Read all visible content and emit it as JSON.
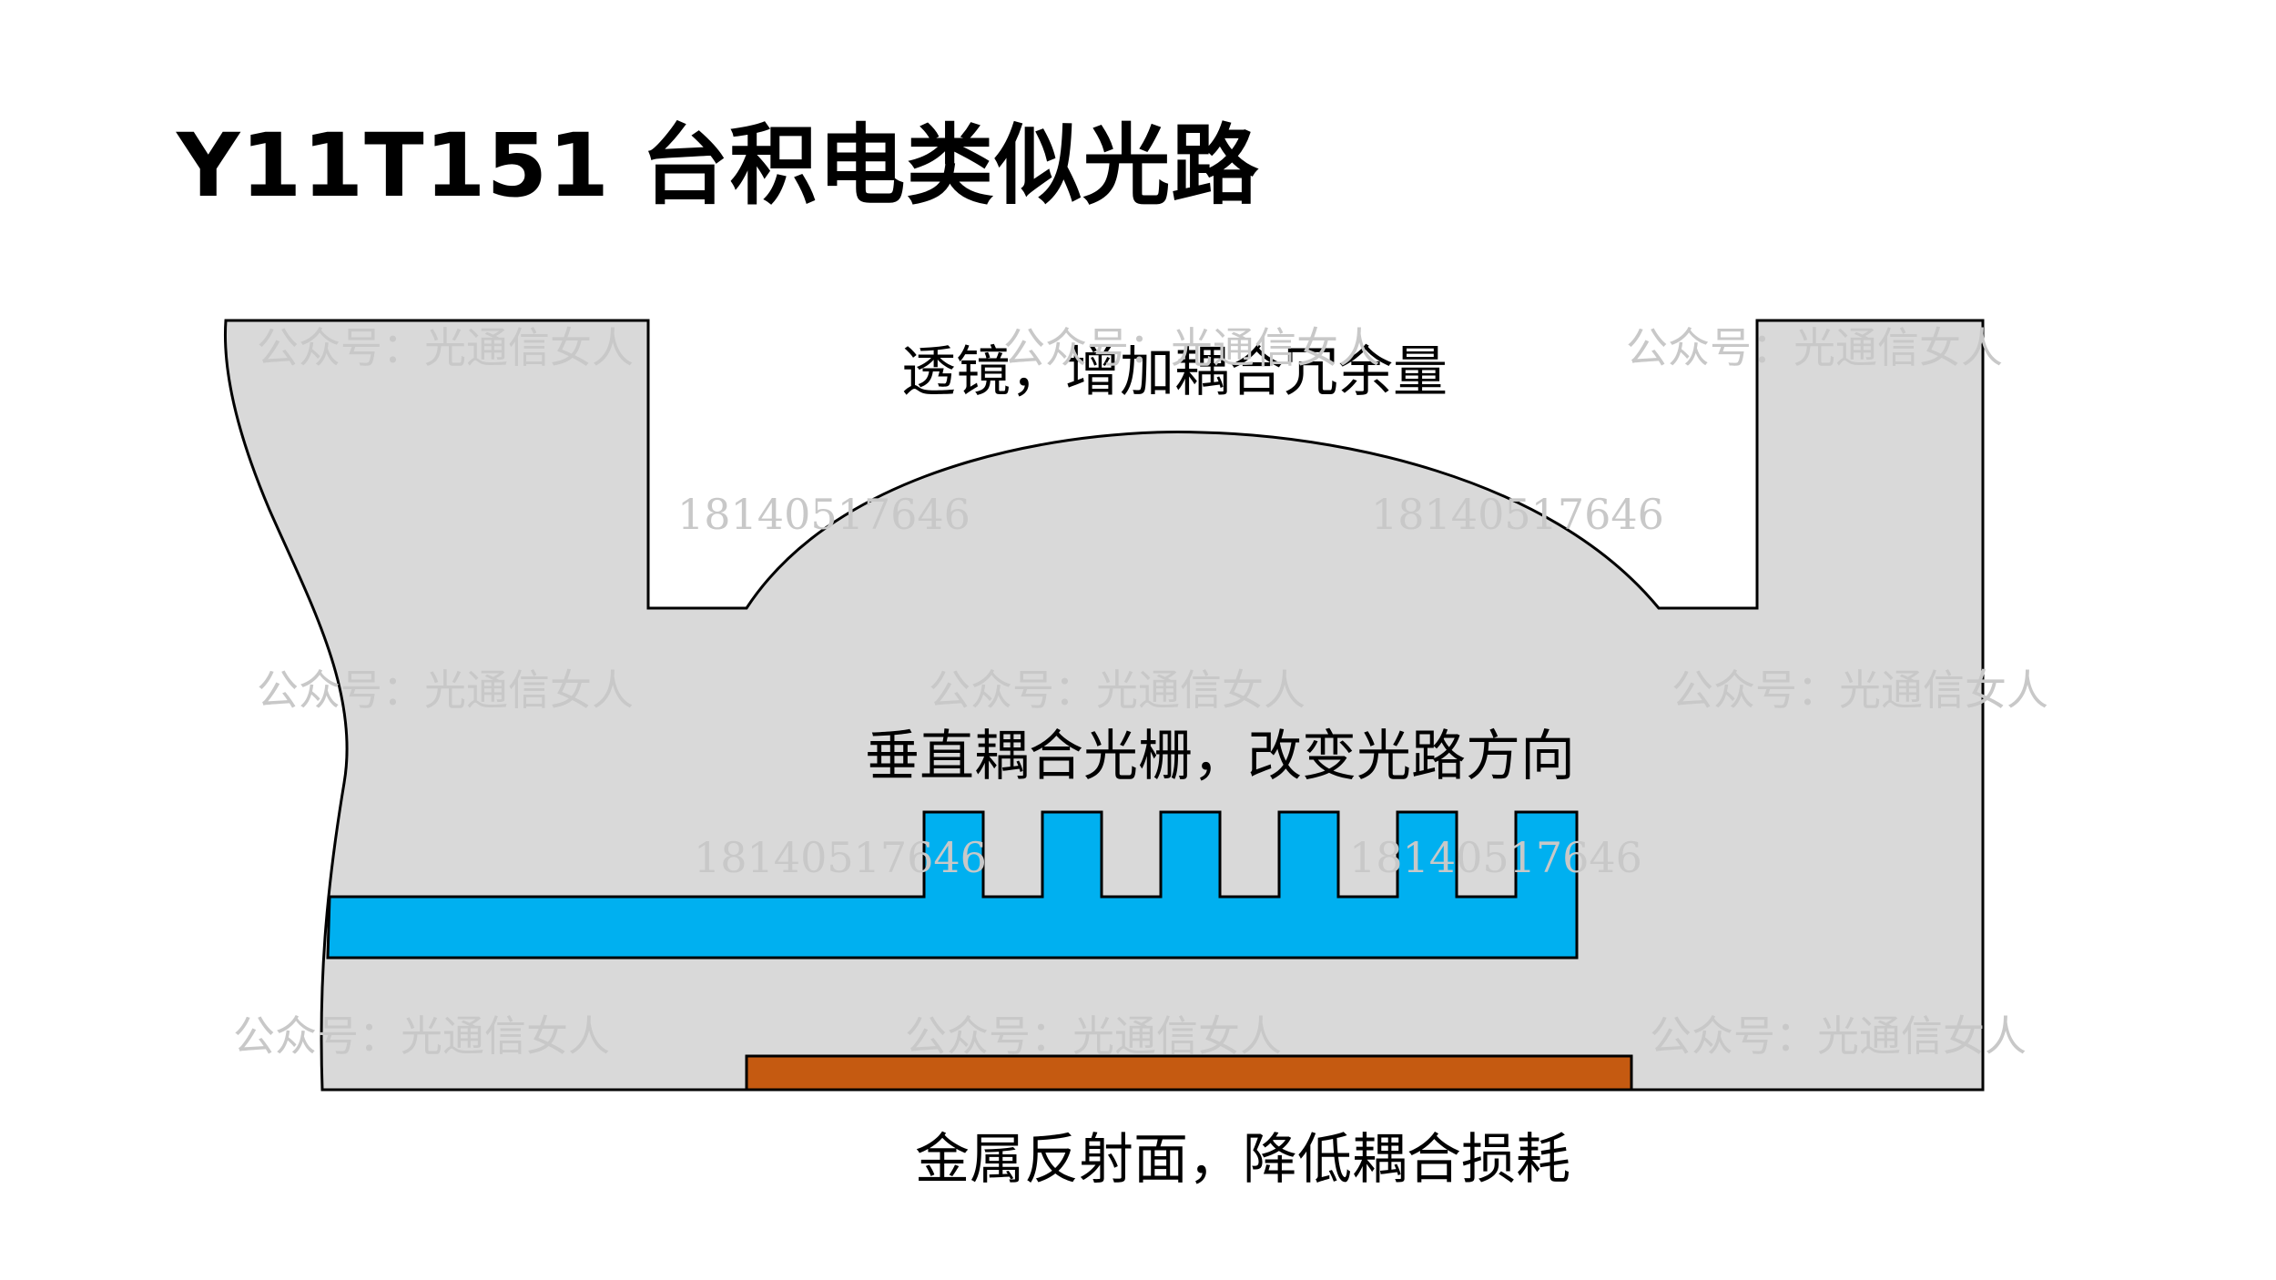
{
  "title": "Y11T151 台积电类似光路",
  "labels": {
    "lens": "透镜，增加耦合冗余量",
    "grating": "垂直耦合光栅，改变光路方向",
    "mirror": "金属反射面，降低耦合损耗"
  },
  "watermarks": {
    "account": "公众号：光通信女人",
    "phone": "18140517646"
  },
  "colors": {
    "body_fill": "#d9d9d9",
    "outline": "#000000",
    "waveguide": "#00b0f0",
    "mirror": "#c55a11",
    "watermark": "#c8c8c8"
  }
}
